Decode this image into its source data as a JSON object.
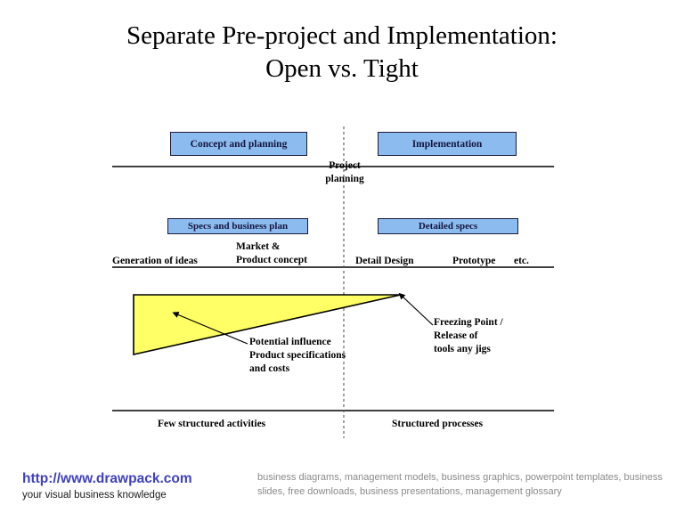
{
  "slide": {
    "title_line_1": "Separate Pre-project and Implementation:",
    "title_line_2": "Open vs. Tight"
  },
  "diagram": {
    "boxes": [
      {
        "id": "concept",
        "label": "Concept and planning"
      },
      {
        "id": "implementation",
        "label": "Implementation"
      },
      {
        "id": "specs",
        "label": "Specs and business plan"
      },
      {
        "id": "detailed",
        "label": "Detailed specs"
      }
    ],
    "labels": {
      "project_planning_line_1": "Project",
      "project_planning_line_2": "planning",
      "generation_of_ideas": "Generation of ideas",
      "market_line_1": "Market &",
      "market_line_2": "Product concept",
      "detail_design": "Detail Design",
      "prototype": "Prototype",
      "etc": "etc.",
      "potential_line_1": "Potential influence",
      "potential_line_2": "Product specifications",
      "potential_line_3": "and costs",
      "freezing_line_1": "Freezing Point /",
      "freezing_line_2": "Release of",
      "freezing_line_3": "tools any jigs",
      "few_structured_activities": "Few structured activities",
      "structured_processes": "Structured processes"
    },
    "colors": {
      "box_fill": "#8CBCEF",
      "box_border": "#1a1a3a",
      "box_text": "#15153f",
      "wedge_fill": "#FFFF66",
      "wedge_border": "#000000",
      "rule": "#000000",
      "divider": "#555555"
    }
  },
  "footer": {
    "url": "http://www.drawpack.com",
    "tagline": "your visual business knowledge",
    "keywords": "business diagrams, management models, business graphics, powerpoint templates, business slides, free downloads, business presentations, management glossary",
    "url_color": "#4140C0"
  }
}
